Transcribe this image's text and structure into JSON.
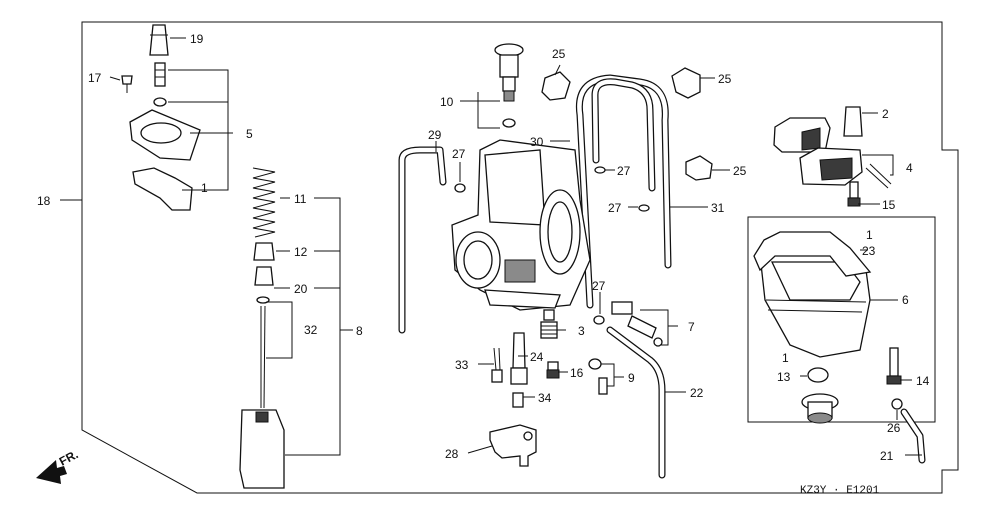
{
  "diagram": {
    "code": "KZ3Y · E1201",
    "direction": "FR.",
    "callouts": {
      "c1": "1",
      "c1b": "1",
      "c1c": "1",
      "c2": "2",
      "c3": "3",
      "c4": "4",
      "c5": "5",
      "c6": "6",
      "c7": "7",
      "c8": "8",
      "c9": "9",
      "c10": "10",
      "c11": "11",
      "c12": "12",
      "c13": "13",
      "c14": "14",
      "c15": "15",
      "c16": "16",
      "c17": "17",
      "c18": "18",
      "c19": "19",
      "c20": "20",
      "c21": "21",
      "c22": "22",
      "c23": "23",
      "c24": "24",
      "c25a": "25",
      "c25b": "25",
      "c25c": "25",
      "c26": "26",
      "c27a": "27",
      "c27b": "27",
      "c27c": "27",
      "c27d": "27",
      "c28": "28",
      "c29": "29",
      "c30": "30",
      "c31": "31",
      "c32": "32",
      "c33": "33",
      "c34": "34"
    }
  }
}
